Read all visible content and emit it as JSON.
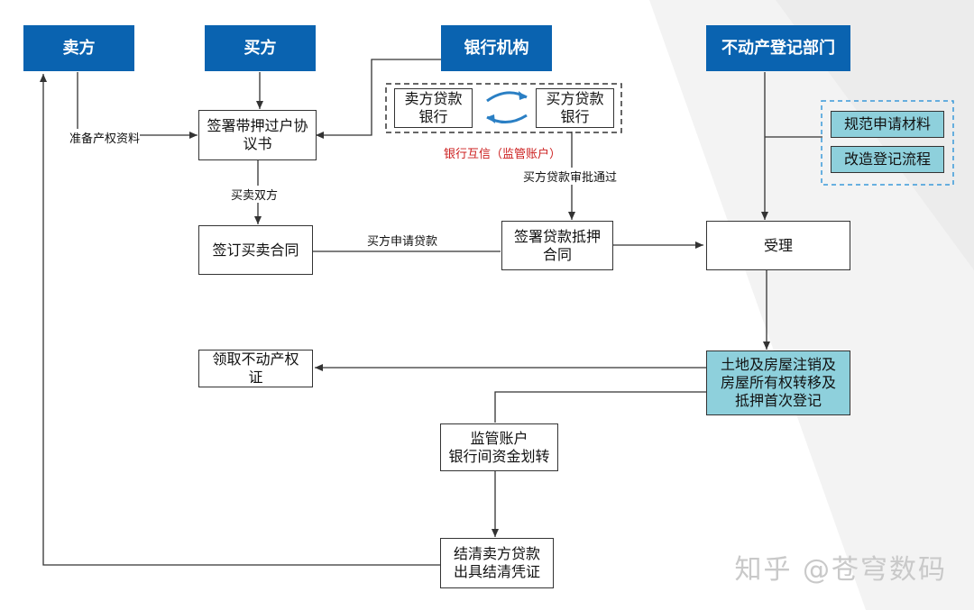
{
  "headers": {
    "seller": "卖方",
    "buyer": "买方",
    "bank": "银行机构",
    "registry": "不动产登记部门"
  },
  "bank_group": {
    "seller_bank": "卖方贷款\n银行",
    "buyer_bank": "买方贷款\n银行",
    "mutual_trust": "银行互信（监管账户）"
  },
  "registry_reform": {
    "item1": "规范申请材料",
    "item2": "改造登记流程"
  },
  "nodes": {
    "sign_mortgage_agreement": "签署带押过户协\n议书",
    "sign_sale_contract": "签订买卖合同",
    "sign_loan_contract": "签署贷款抵押\n合同",
    "accept": "受理",
    "registration": "土地及房屋注销及\n房屋所有权转移及\n抵押首次登记",
    "receive_certificate": "领取不动产权\n证",
    "fund_transfer": "监管账户\n银行间资金划转",
    "settle_loan": "结清卖方贷款\n出具结清凭证"
  },
  "edge_labels": {
    "prepare_docs": "准备产权资料",
    "both_parties": "买卖双方",
    "buyer_apply_loan": "买方申请贷款",
    "loan_approved": "买方贷款审批通过"
  },
  "watermark": "知乎 @苍穹数码",
  "colors": {
    "header_blue": "#0a63b0",
    "teal": "#8ed0dc",
    "red_label": "#cc1f1f",
    "dashed_blue": "#3a9ad9"
  }
}
